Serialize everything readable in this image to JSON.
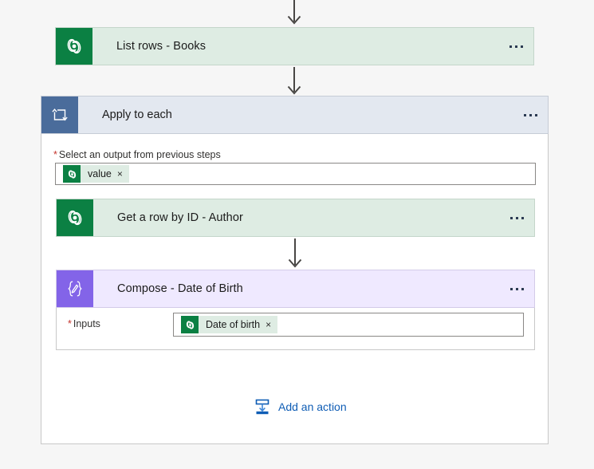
{
  "flow": {
    "nodes": [
      {
        "id": "list-rows-books",
        "type": "dataverse-action",
        "title": "List rows - Books",
        "icon": "dataverse-icon",
        "menu": "more-commands"
      },
      {
        "id": "apply-to-each",
        "type": "loop-scope",
        "title": "Apply to each",
        "icon": "loop-icon",
        "menu": "more-commands",
        "parameters": [
          {
            "id": "select-output",
            "label": "Select an output from previous steps",
            "required": true,
            "required_marker": "*",
            "tokens": [
              {
                "label": "value",
                "icon": "dataverse-icon",
                "remove": "×"
              }
            ]
          }
        ],
        "children": [
          {
            "id": "get-a-row-by-id-author",
            "type": "dataverse-action",
            "title": "Get a row by ID - Author",
            "icon": "dataverse-icon",
            "menu": "more-commands"
          },
          {
            "id": "compose-date-of-birth",
            "type": "compose-action",
            "title": "Compose - Date of Birth",
            "icon": "compose-icon",
            "menu": "more-commands",
            "parameters": [
              {
                "id": "inputs",
                "label": "Inputs",
                "required": true,
                "required_marker": "*",
                "tokens": [
                  {
                    "label": "Date of birth",
                    "icon": "dataverse-icon",
                    "remove": "×"
                  }
                ]
              }
            ]
          }
        ],
        "add_action": {
          "label": "Add an action",
          "icon": "insert-action-icon"
        }
      }
    ]
  },
  "colors": {
    "canvas_background": "#f6f6f6",
    "dataverse_green": "#0b8043",
    "dataverse_card": "#deece3",
    "loop_blue": "#4a6c9b",
    "loop_card": "#e3e8f0",
    "compose_purple": "#8364e8",
    "compose_card": "#efe9ff",
    "link_blue": "#0f5db5",
    "required_red": "#c4332c",
    "connector_gray": "#484644"
  }
}
